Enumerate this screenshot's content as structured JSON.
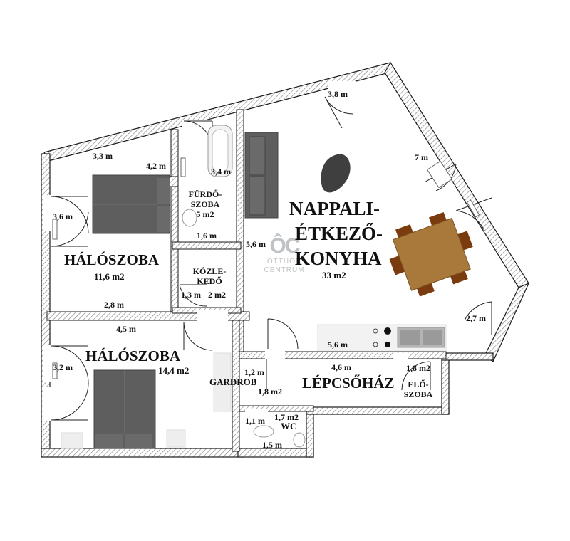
{
  "rooms": {
    "living": {
      "line1": "NAPPALI-",
      "line2": "ÉTKEZŐ-",
      "line3": "KONYHA",
      "area": "33 m2"
    },
    "bedroom_top": {
      "name": "HÁLÓSZOBA",
      "area": "11,6 m2"
    },
    "bedroom_bottom": {
      "name": "HÁLÓSZOBA",
      "area": "14,4 m2"
    },
    "bathroom": {
      "line1": "FÜRDŐ-",
      "line2": "SZOBA",
      "area": "5 m2"
    },
    "hallway": {
      "line1": "KÖZLE-",
      "line2": "KEDŐ",
      "area": "2 m2"
    },
    "wardrobe": {
      "name": "GARDROB",
      "area": "1,8 m2"
    },
    "stairwell": {
      "name": "LÉPCSŐHÁZ"
    },
    "entry": {
      "line1": "ELŐ-",
      "line2": "SZOBA",
      "area": "1,8 m2"
    },
    "wc": {
      "name": "WC",
      "area": "1,7 m2"
    }
  },
  "dimensions": {
    "d_3_8": "3,8 m",
    "d_7": "7 m",
    "d_2_7": "2,7 m",
    "d_5_6_right": "5,6 m",
    "d_5_6_bottom": "5,6 m",
    "d_3_3": "3,3 m",
    "d_4_2": "4,2 m",
    "d_3_4": "3,4 m",
    "d_3_6": "3,6 m",
    "d_1_6": "1,6 m",
    "d_1_3": "1,3 m",
    "d_2_8": "2,8 m",
    "d_4_5": "4,5 m",
    "d_3_2": "3,2 m",
    "d_1_2": "1,2 m",
    "d_4_6": "4,6 m",
    "d_1_1": "1,1 m",
    "d_1_5": "1,5 m"
  },
  "logo": {
    "mark": "ÔC",
    "line1": "OTTHON",
    "line2": "CENTRUM"
  },
  "colors": {
    "wall": "#ffffff",
    "hatch": "#8a8a8a",
    "wall_outline": "#1a1a1a",
    "furniture": "#5e5e5e",
    "table": "#a8793a",
    "chairs": "#7a3c0e",
    "logo": "#bfc3c6"
  }
}
